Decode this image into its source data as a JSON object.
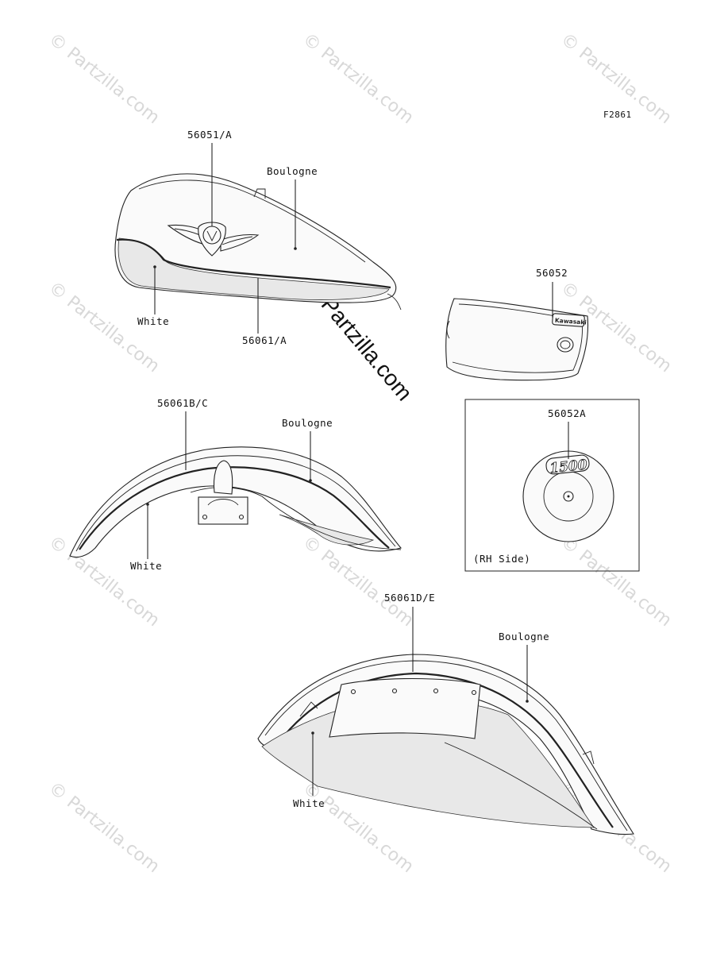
{
  "figure_code": "F2861",
  "watermark_text": "© Partzilla.com",
  "labels": {
    "tank_emblem": "56051/A",
    "tank_color": "Boulogne",
    "tank_white": "White",
    "tank_stripe": "56061/A",
    "side_cover_emblem": "56052",
    "side_cover_logo": "Kawasaki",
    "front_fender_stripe": "56061B/C",
    "front_fender_color": "Boulogne",
    "front_fender_white": "White",
    "badge_part": "56052A",
    "badge_text": "1500",
    "badge_side": "(RH Side)",
    "rear_fender_stripe": "56061D/E",
    "rear_fender_color": "Boulogne",
    "rear_fender_white": "White"
  },
  "colors": {
    "line": "#222222",
    "watermark": "#d8d8d8"
  }
}
